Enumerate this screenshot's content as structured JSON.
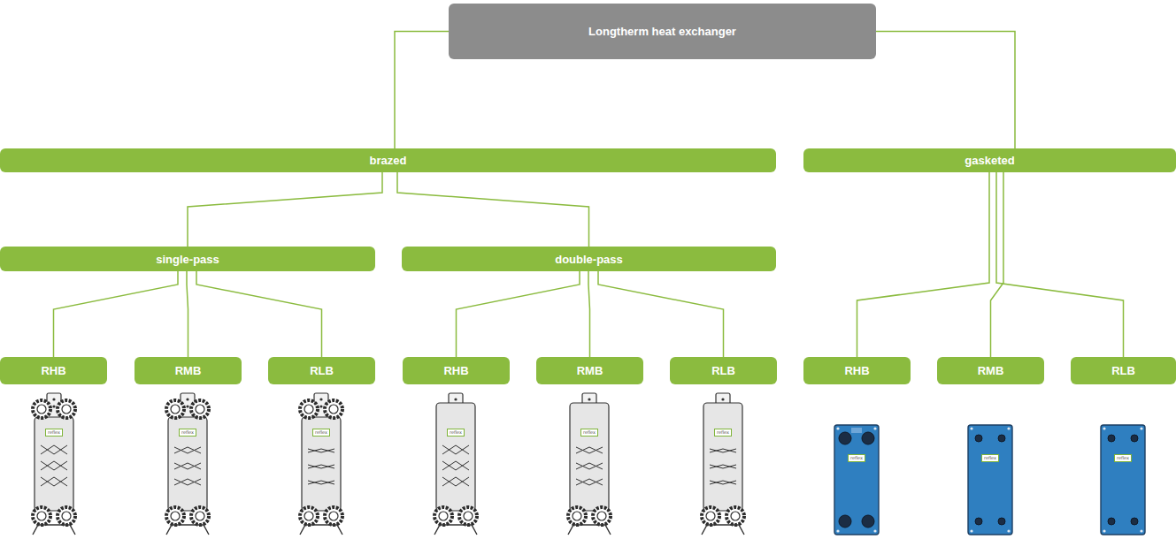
{
  "diagram": {
    "nodes": [
      {
        "text": [
          "Longtherm heat exchanger"
        ]
      },
      {
        "text": [
          "brazed"
        ]
      },
      {
        "text": [
          "gasketed"
        ]
      },
      {
        "text": [
          "single-pass"
        ]
      },
      {
        "text": [
          "double-pass"
        ]
      },
      {
        "text": [
          "RHB"
        ]
      },
      {
        "text": [
          "RMB"
        ]
      },
      {
        "text": [
          "RLB"
        ]
      },
      {
        "text": [
          "RHB"
        ]
      },
      {
        "text": [
          "RMB"
        ]
      },
      {
        "text": [
          "RLB"
        ]
      },
      {
        "text": [
          "RHB"
        ]
      },
      {
        "text": [
          "RMB"
        ]
      },
      {
        "text": [
          "RLB"
        ]
      }
    ],
    "edges": [
      {
        "from": 0,
        "to": 1,
        "arrow": "none"
      },
      {
        "from": 0,
        "to": 2,
        "arrow": "none"
      },
      {
        "from": 1,
        "to": 3,
        "arrow": "none"
      },
      {
        "from": 1,
        "to": 4,
        "arrow": "none"
      },
      {
        "from": 3,
        "to": 5,
        "arrow": "none"
      },
      {
        "from": 3,
        "to": 6,
        "arrow": "none"
      },
      {
        "from": 3,
        "to": 7,
        "arrow": "none"
      },
      {
        "from": 4,
        "to": 8,
        "arrow": "none"
      },
      {
        "from": 4,
        "to": 9,
        "arrow": "none"
      },
      {
        "from": 4,
        "to": 10,
        "arrow": "none"
      },
      {
        "from": 2,
        "to": 11,
        "arrow": "none"
      },
      {
        "from": 2,
        "to": 12,
        "arrow": "none"
      },
      {
        "from": 2,
        "to": 13,
        "arrow": "none"
      }
    ],
    "labels": [
      "reflex",
      "reflex",
      "reflex",
      "reflex",
      "reflex",
      "reflex",
      "reflex",
      "reflex",
      "reflex"
    ]
  }
}
